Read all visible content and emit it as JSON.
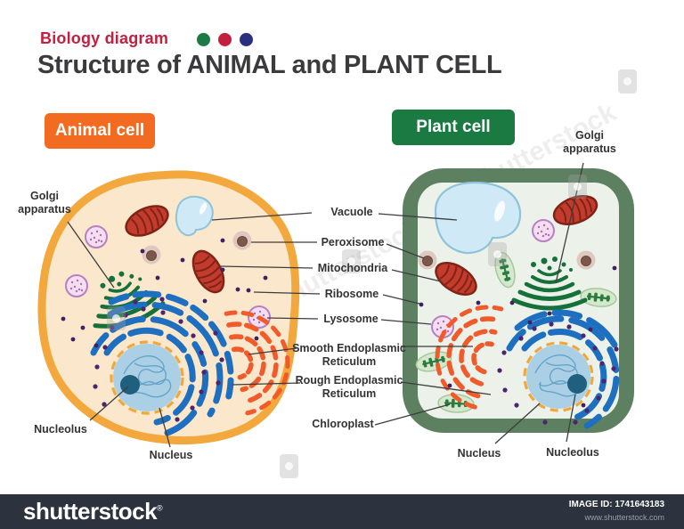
{
  "header": {
    "kicker": "Biology diagram",
    "title": "Structure of ANIMAL and PLANT CELL"
  },
  "badges": {
    "animal": "Animal cell",
    "plant": "Plant cell"
  },
  "labels": {
    "left": {
      "golgi_line1": "Golgi",
      "golgi_line2": "apparatus",
      "nucleolus": "Nucleolus",
      "nucleus": "Nucleus"
    },
    "middle": {
      "vacuole": "Vacuole",
      "peroxisome": "Peroxisome",
      "mitochondria": "Mitochondria",
      "ribosome": "Ribosome",
      "lysosome": "Lysosome",
      "smooth_er_line1": "Smooth Endoplasmic",
      "smooth_er_line2": "Reticulum",
      "rough_er_line1": "Rough Endoplasmic",
      "rough_er_line2": "Reticulum",
      "chloroplast": "Chloroplast"
    },
    "right": {
      "golgi_line1": "Golgi",
      "golgi_line2": "apparatus",
      "nucleus": "Nucleus",
      "nucleolus": "Nucleolus"
    }
  },
  "watermark": {
    "text": "shutterstock"
  },
  "footer": {
    "logo": "shutterstock",
    "reg_mark": "®",
    "image_id": "IMAGE ID: 1741643183",
    "website": "www.shutterstock.com"
  },
  "colors": {
    "kicker": "#c41f3e",
    "title": "#3b3b3d",
    "dot_green": "#1d7a44",
    "dot_red": "#c41f3e",
    "dot_navy": "#2b2f80",
    "animal_badge": "#f26b21",
    "plant_badge": "#1a7a42",
    "animal_membrane": "#f3a83d",
    "animal_cytoplasm": "#fbe7cb",
    "plant_wall": "#5d8160",
    "plant_cytoplasm": "#ecf2e9",
    "vacuole_fill": "#cfe9f6",
    "mitochondria_fill": "#c23b2c",
    "golgi_green": "#15713a",
    "rough_er_blue": "#1e6fc0",
    "smooth_er_orange": "#f15b2b",
    "nucleus_fill": "#abd0e6",
    "nucleolus_fill": "#1f607f",
    "footer_bar": "#2c333e"
  }
}
